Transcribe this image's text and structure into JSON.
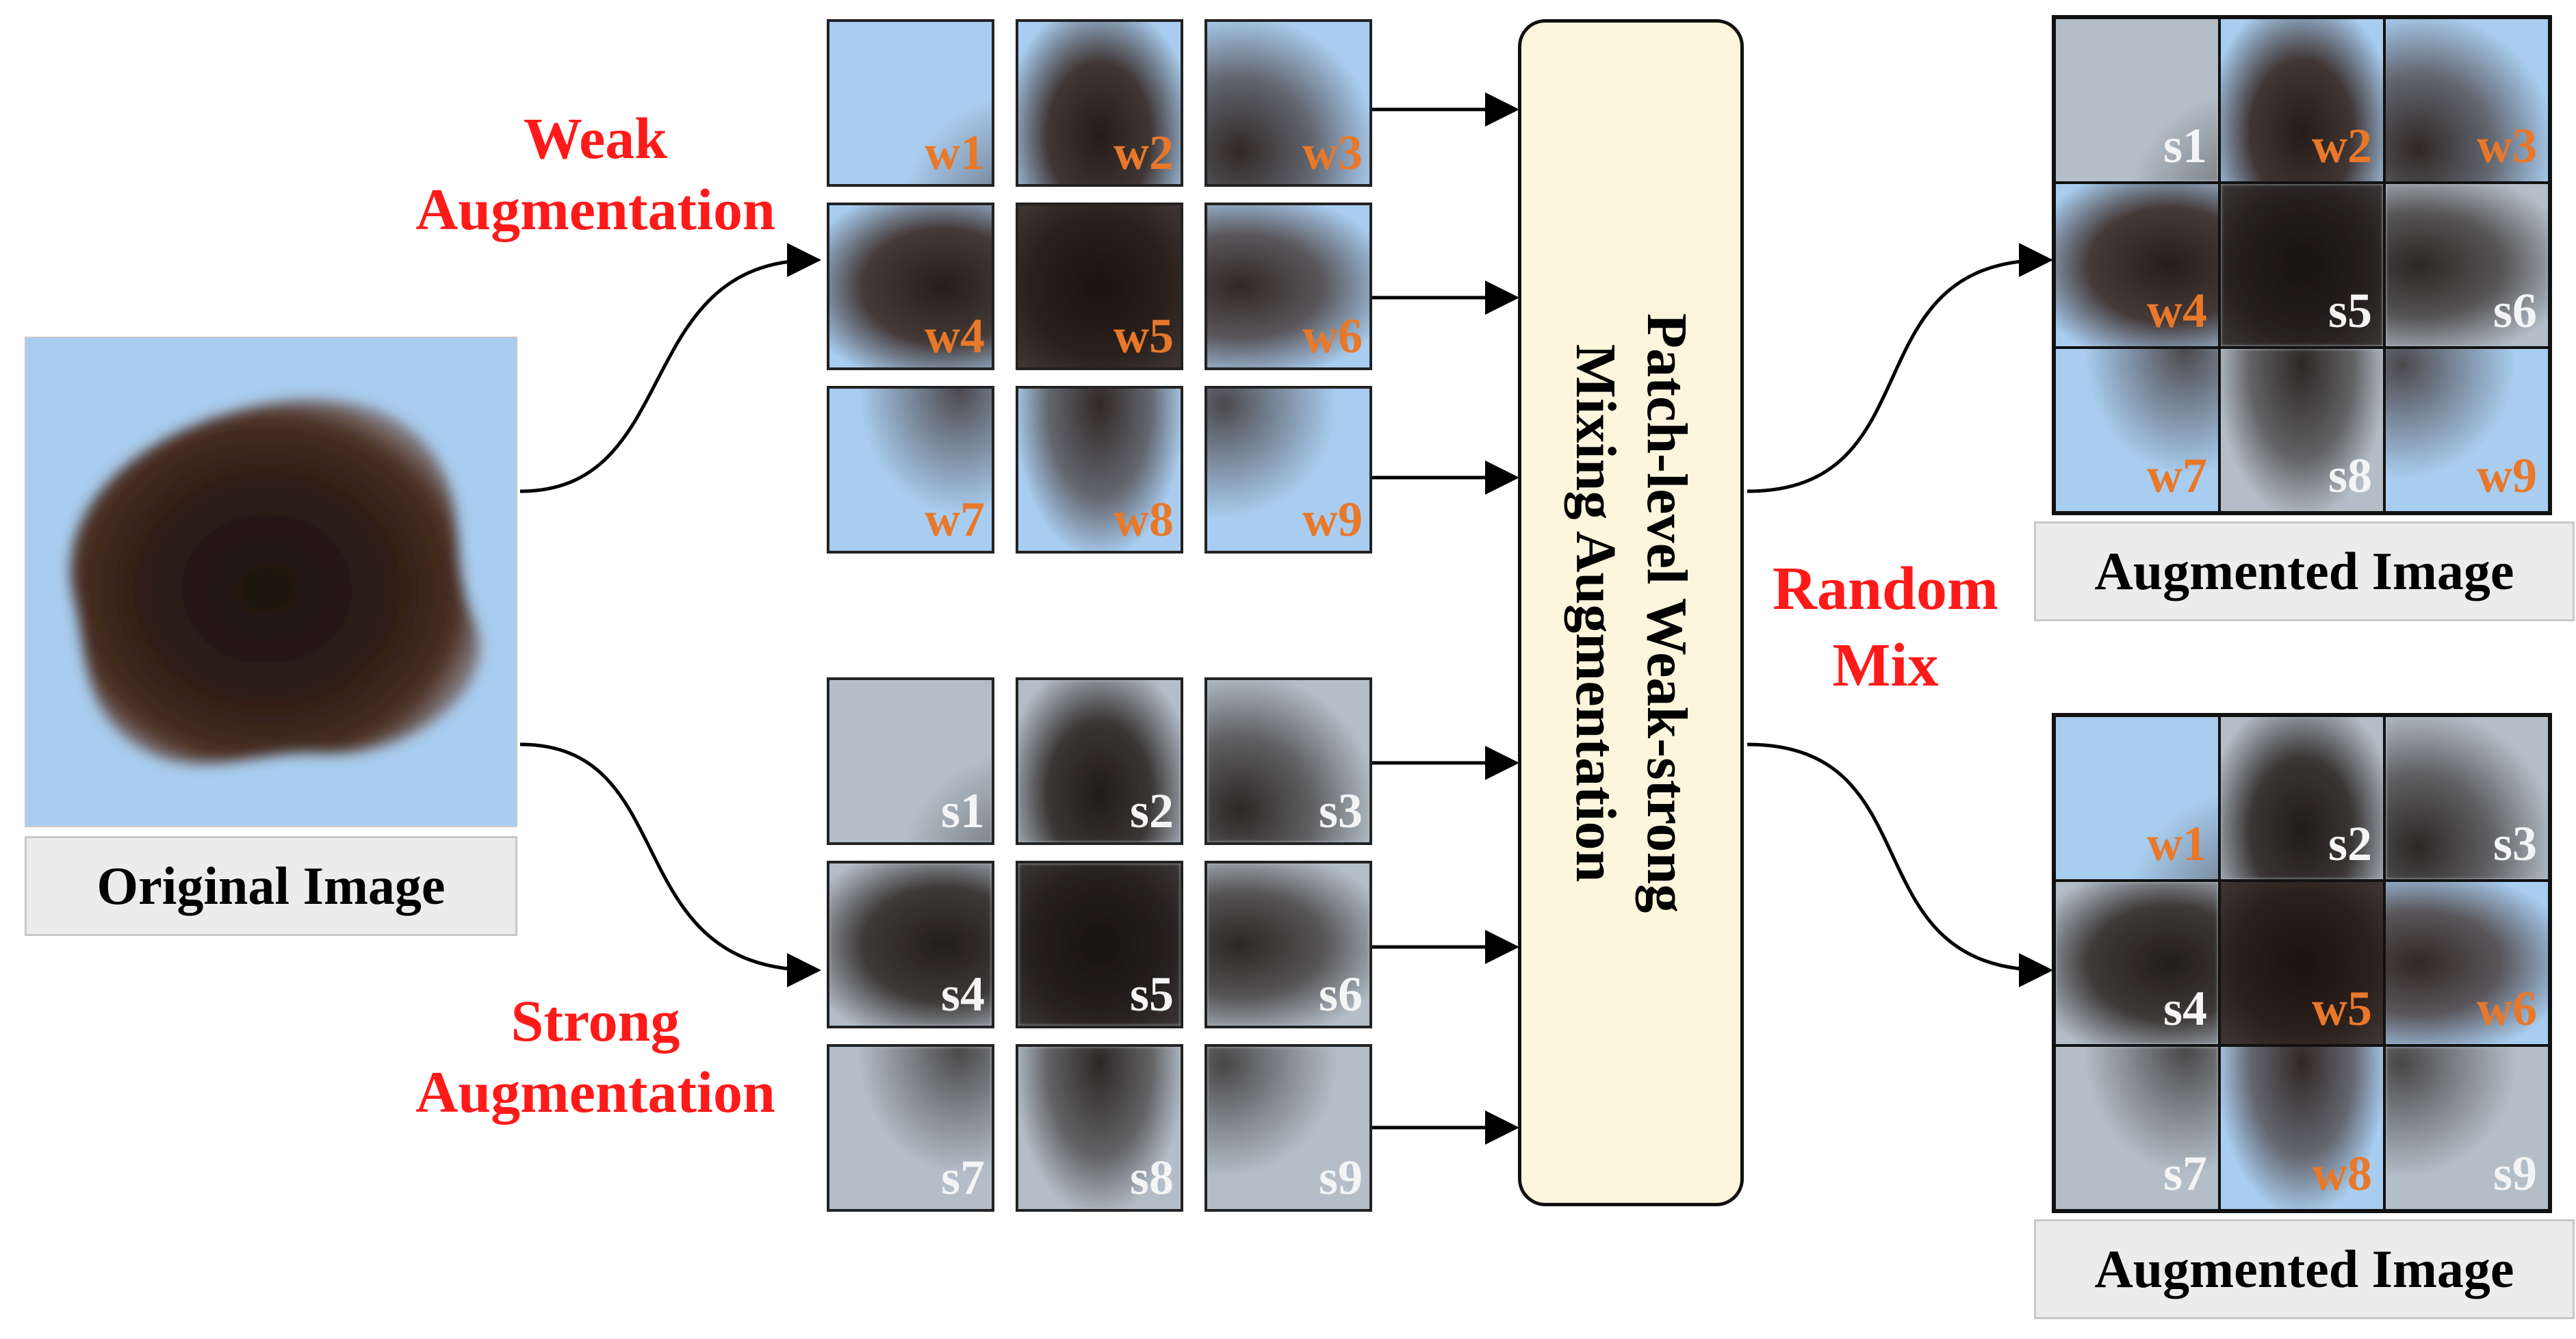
{
  "colors": {
    "accent_red": "#ff1a1a",
    "weak_label": "#e8782a",
    "strong_label": "#f4f4f4",
    "skin_weak": "#a9cdf0",
    "skin_strong": "#b3bec8",
    "box_fill": "#fdf5dc"
  },
  "original": {
    "caption": "Original Image"
  },
  "weak": {
    "title_line1": "Weak",
    "title_line2": "Augmentation",
    "tiles": [
      "w1",
      "w2",
      "w3",
      "w4",
      "w5",
      "w6",
      "w7",
      "w8",
      "w9"
    ]
  },
  "strong": {
    "title_line1": "Strong",
    "title_line2": "Augmentation",
    "tiles": [
      "s1",
      "s2",
      "s3",
      "s4",
      "s5",
      "s6",
      "s7",
      "s8",
      "s9"
    ]
  },
  "mixing_box": {
    "line1": "Patch-level  Weak-strong",
    "line2": "Mixing  Augmentation"
  },
  "random_mix": {
    "line1": "Random",
    "line2": "Mix"
  },
  "outputs": [
    {
      "caption": "Augmented Image",
      "tiles": [
        "s1",
        "w2",
        "w3",
        "w4",
        "s5",
        "s6",
        "w7",
        "s8",
        "w9"
      ]
    },
    {
      "caption": "Augmented Image",
      "tiles": [
        "w1",
        "s2",
        "s3",
        "s4",
        "w5",
        "w6",
        "s7",
        "w8",
        "s9"
      ]
    }
  ]
}
